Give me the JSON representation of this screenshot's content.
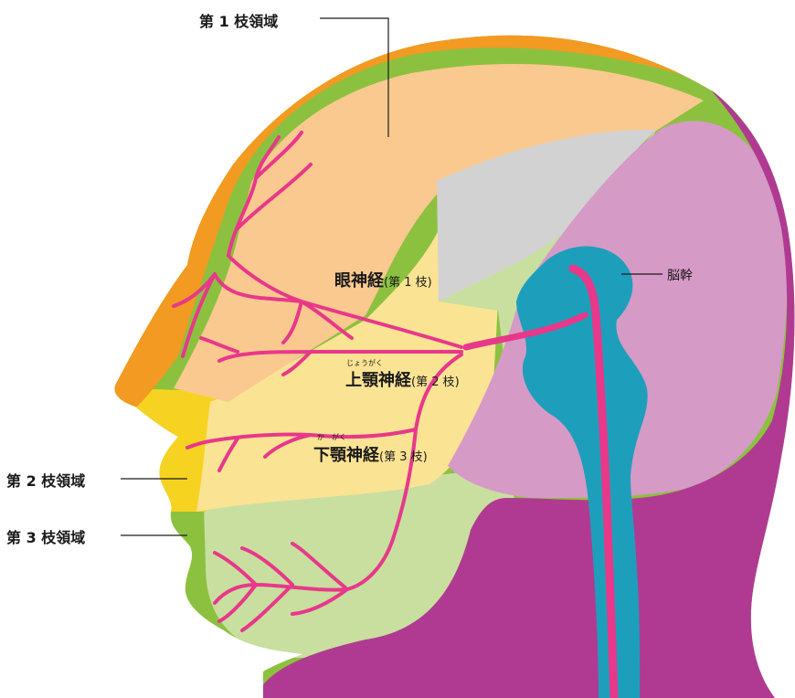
{
  "labels": {
    "region1": "第 1 枝領域",
    "region2": "第 2 枝領域",
    "region3": "第 3 枝領域",
    "brainstem": "脳幹"
  },
  "nerves": {
    "ophthalmic": {
      "name": "眼神経",
      "branch": "(第 1 枝)"
    },
    "maxillary": {
      "name": "上顎神経",
      "branch": "(第 2 枝)",
      "ruby": "じょうがく"
    },
    "mandibular": {
      "name": "下顎神経",
      "branch": "(第 3 枝)",
      "ruby_ka": "か",
      "ruby_gaku": "がく"
    }
  },
  "colors": {
    "orange": "#f29a22",
    "peach": "#fac98f",
    "yellow": "#f7d321",
    "pale_yellow": "#fbe394",
    "lime": "#8cc13f",
    "pale_green": "#c8dfa0",
    "gray": "#d3d2d2",
    "purple": "#b03a92",
    "pink_purple": "#d69ac6",
    "teal": "#1d9fbc",
    "nerve_pink": "#e8388a"
  }
}
